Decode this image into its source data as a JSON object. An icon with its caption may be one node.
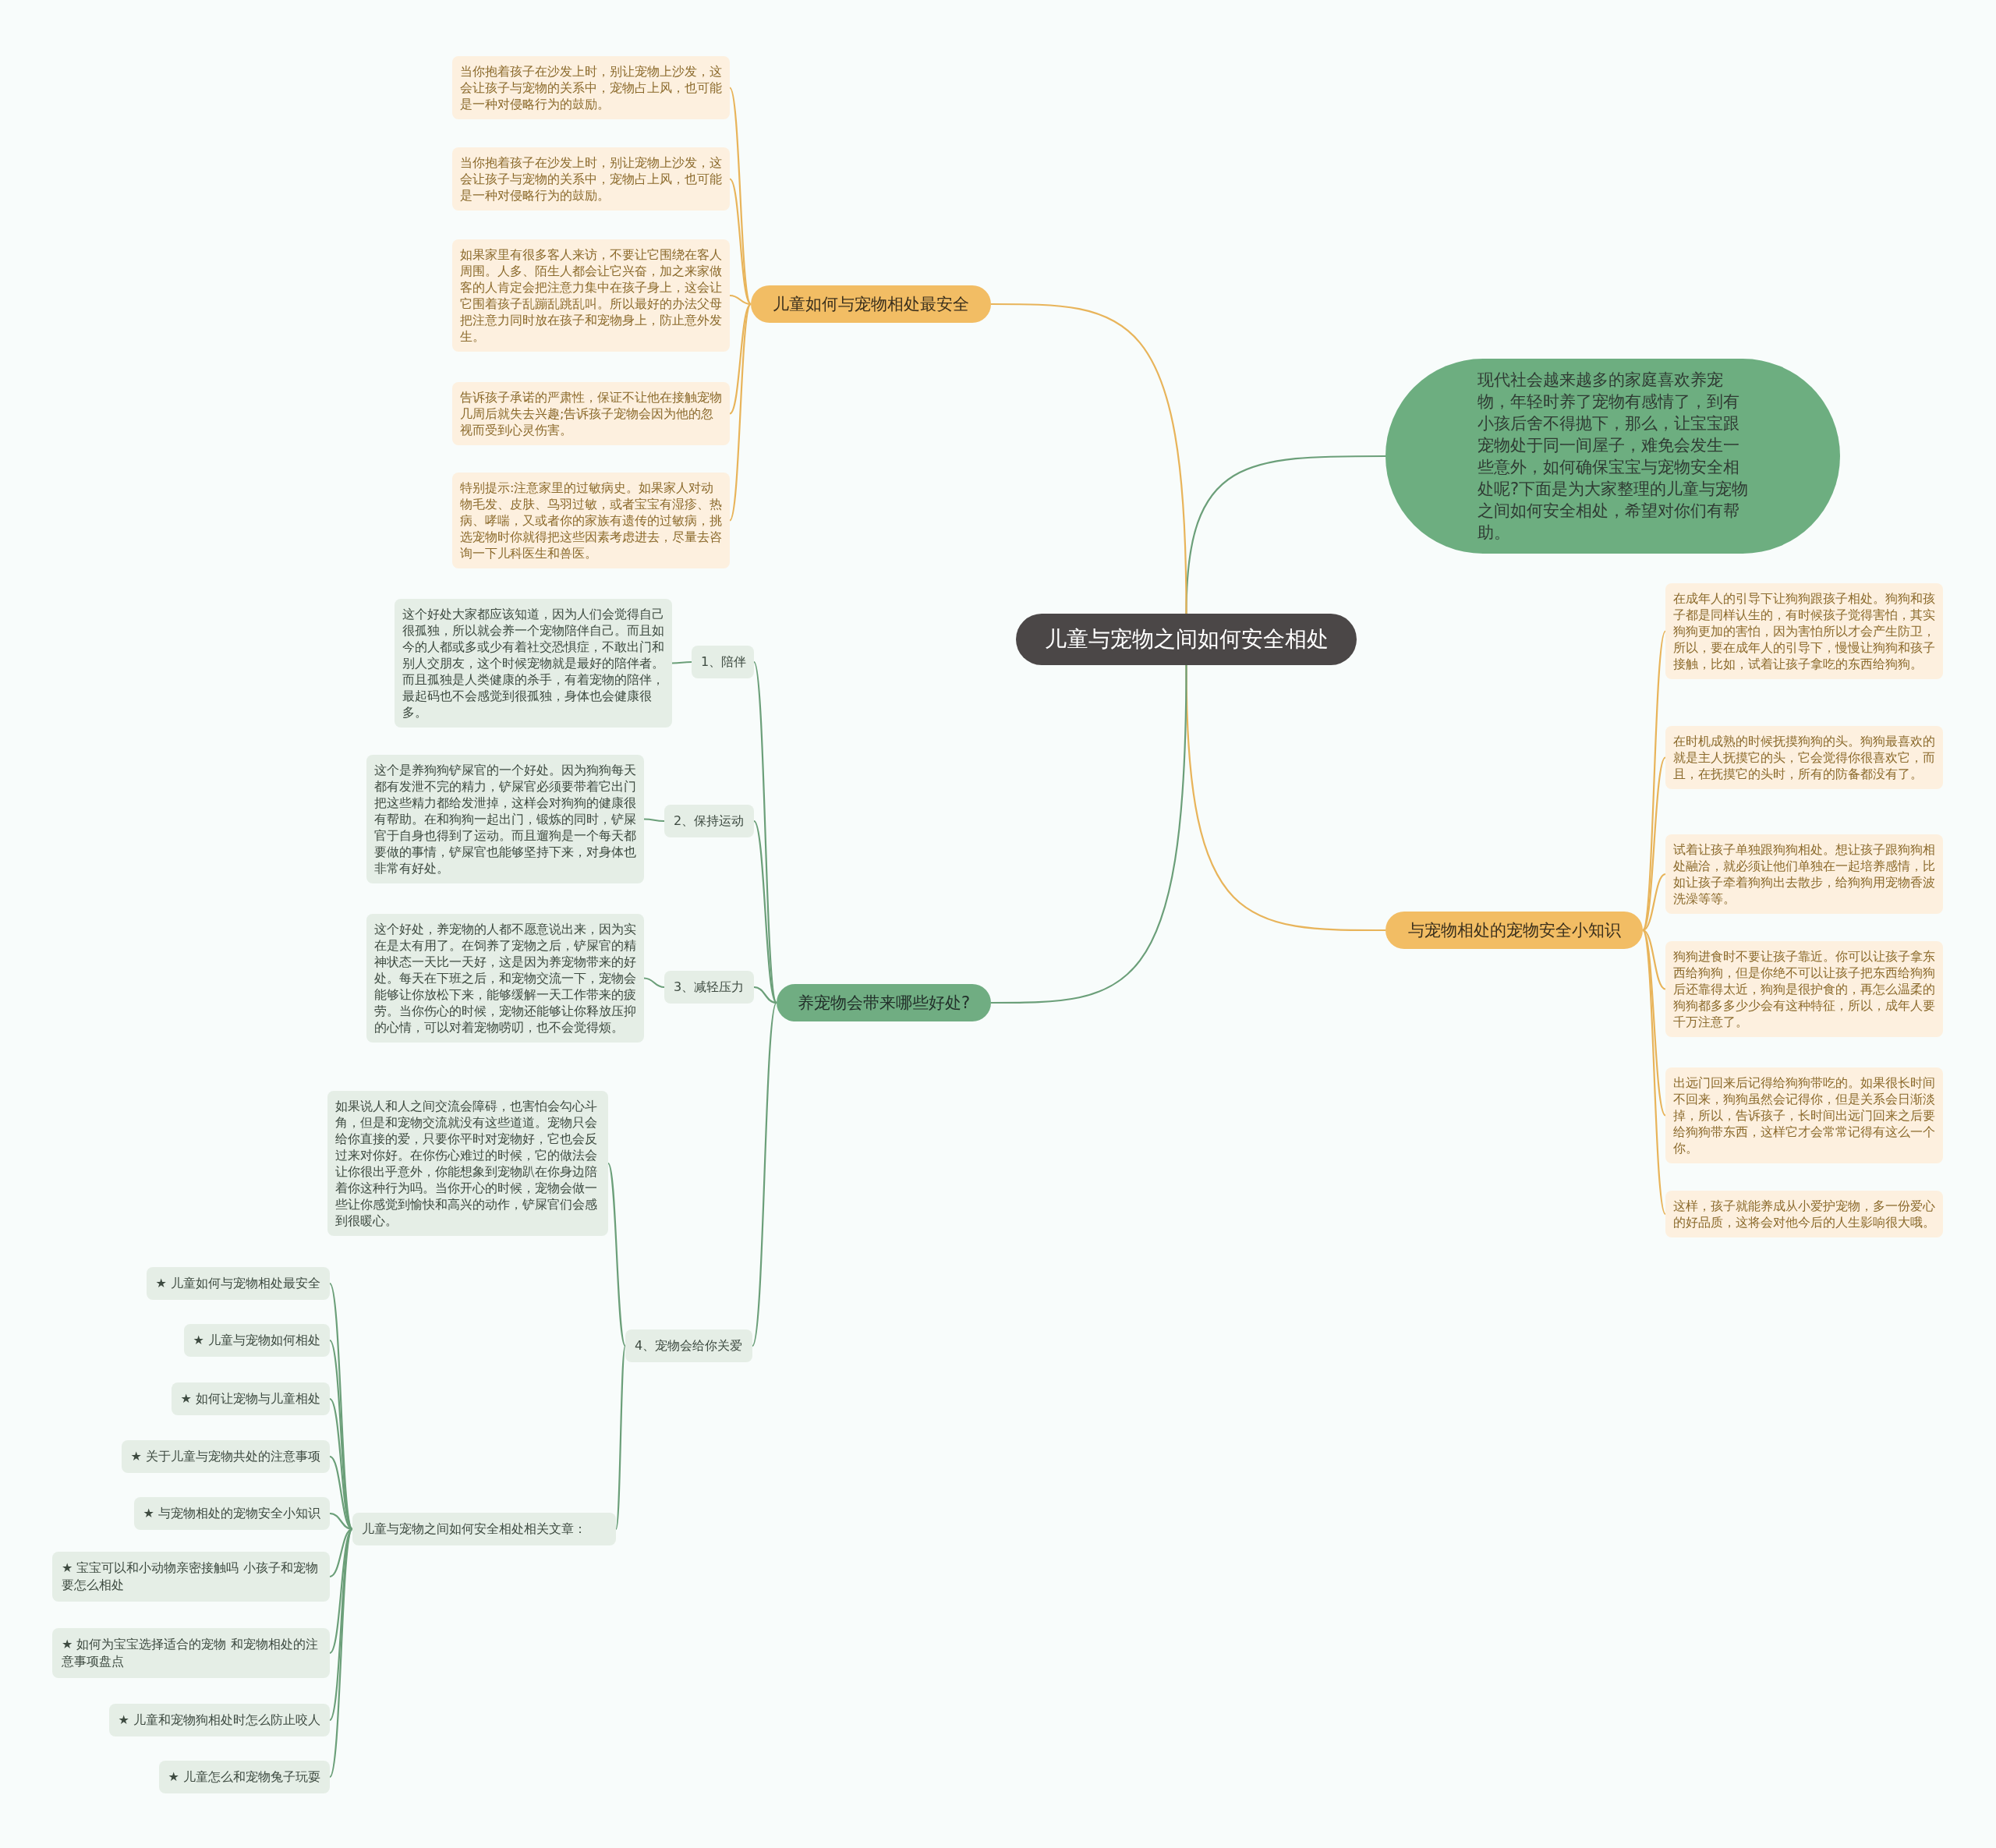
{
  "diagram": {
    "nodes": [
      {
        "text": [
          "儿童与宠物之间如何安全相处"
        ]
      },
      {
        "text": [
          "现代社会越来越多的家庭喜欢养宠物，年轻时养了宠物有感情了，到有小孩后舍不得抛下，那么，让宝宝跟宠物处于同一间屋子，难免会发生一些意外，如何确保宝宝与宠物安全相处呢?下面是为大家整理的儿童与宠物之间如何安全相处，希望对你们有帮助。"
        ]
      },
      {
        "text": [
          "儿童如何与宠物相处最安全"
        ]
      },
      {
        "text": [
          "当你抱着孩子在沙发上时，别让宠物上沙发，这会让孩子与宠物的关系中，宠物占上风，也可能是一种对侵略行为的鼓励。"
        ]
      },
      {
        "text": [
          "当你抱着孩子在沙发上时，别让宠物上沙发，这会让孩子与宠物的关系中，宠物占上风，也可能是一种对侵略行为的鼓励。"
        ]
      },
      {
        "text": [
          "如果家里有很多客人来访，不要让它围绕在客人周围。人多、陌生人都会让它兴奋，加之来家做客的人肯定会把注意力集中在孩子身上，这会让它围着孩子乱蹦乱跳乱叫。所以最好的办法父母把注意力同时放在孩子和宠物身上，防止意外发生。"
        ]
      },
      {
        "text": [
          "告诉孩子承诺的严肃性，保证不让他在接触宠物几周后就失去兴趣;告诉孩子宠物会因为他的忽视而受到心灵伤害。"
        ]
      },
      {
        "text": [
          "特别提示:注意家里的过敏病史。如果家人对动物毛发、皮肤、鸟羽过敏，或者宝宝有湿疹、热病、哮喘，又或者你的家族有遗传的过敏病，挑选宠物时你就得把这些因素考虑进去，尽量去咨询一下儿科医生和兽医。"
        ]
      },
      {
        "text": [
          "与宠物相处的宠物安全小知识"
        ]
      },
      {
        "text": [
          "在成年人的引导下让狗狗跟孩子相处。狗狗和孩子都是同样认生的，有时候孩子觉得害怕，其实狗狗更加的害怕，因为害怕所以才会产生防卫，所以，要在成年人的引导下，慢慢让狗狗和孩子接触，比如，试着让孩子拿吃的东西给狗狗。"
        ]
      },
      {
        "text": [
          "在时机成熟的时候抚摸狗狗的头。狗狗最喜欢的就是主人抚摸它的头，它会觉得你很喜欢它，而且，在抚摸它的头时，所有的防备都没有了。"
        ]
      },
      {
        "text": [
          "试着让孩子单独跟狗狗相处。想让孩子跟狗狗相处融洽，就必须让他们单独在一起培养感情，比如让孩子牵着狗狗出去散步，给狗狗用宠物香波洗澡等等。"
        ]
      },
      {
        "text": [
          "狗狗进食时不要让孩子靠近。你可以让孩子拿东西给狗狗，但是你绝不可以让孩子把东西给狗狗后还靠得太近，狗狗是很护食的，再怎么温柔的狗狗都多多少少会有这种特征，所以，成年人要千万注意了。"
        ]
      },
      {
        "text": [
          "出远门回来后记得给狗狗带吃的。如果很长时间不回来，狗狗虽然会记得你，但是关系会日渐淡掉，所以，告诉孩子，长时间出远门回来之后要给狗狗带东西，这样它才会常常记得有这么一个你。"
        ]
      },
      {
        "text": [
          "这样，孩子就能养成从小爱护宠物，多一份爱心的好品质，这将会对他今后的人生影响很大哦。"
        ]
      },
      {
        "text": [
          "养宠物会带来哪些好处?"
        ]
      },
      {
        "text": [
          "1、陪伴"
        ]
      },
      {
        "text": [
          "这个好处大家都应该知道，因为人们会觉得自己很孤独，所以就会养一个宠物陪伴自己。而且如今的人都或多或少有着社交恐惧症，不敢出门和别人交朋友，这个时候宠物就是最好的陪伴者。而且孤独是人类健康的杀手，有着宠物的陪伴，最起码也不会感觉到很孤独，身体也会健康很多。"
        ]
      },
      {
        "text": [
          "2、保持运动"
        ]
      },
      {
        "text": [
          "这个是养狗狗铲屎官的一个好处。因为狗狗每天都有发泄不完的精力，铲屎官必须要带着它出门把这些精力都给发泄掉，这样会对狗狗的健康很有帮助。在和狗狗一起出门，锻炼的同时，铲屎官于自身也得到了运动。而且遛狗是一个每天都要做的事情，铲屎官也能够坚持下来，对身体也非常有好处。"
        ]
      },
      {
        "text": [
          "3、减轻压力"
        ]
      },
      {
        "text": [
          "这个好处，养宠物的人都不愿意说出来，因为实在是太有用了。在饲养了宠物之后，铲屎官的精神状态一天比一天好，这是因为养宠物带来的好处。每天在下班之后，和宠物交流一下，宠物会能够让你放松下来，能够缓解一天工作带来的疲劳。当你伤心的时候，宠物还能够让你释放压抑的心情，可以对着宠物唠叨，也不会觉得烦。"
        ]
      },
      {
        "text": [
          "4、宠物会给你关爱"
        ]
      },
      {
        "text": [
          "如果说人和人之间交流会障碍，也害怕会勾心斗角，但是和宠物交流就没有这些道道。宠物只会给你直接的爱，只要你平时对宠物好，它也会反过来对你好。在你伤心难过的时候，它的做法会让你很出乎意外，你能想象到宠物趴在你身边陪着你这种行为吗。当你开心的时候，宠物会做一些让你感觉到愉快和高兴的动作，铲屎官们会感到很暖心。"
        ]
      },
      {
        "text": [
          "儿童与宠物之间如何安全相处相关文章："
        ]
      },
      {
        "text": [
          "★ 儿童如何与宠物相处最安全"
        ]
      },
      {
        "text": [
          "★ 儿童与宠物如何相处"
        ]
      },
      {
        "text": [
          "★ 如何让宠物与儿童相处"
        ]
      },
      {
        "text": [
          "★ 关于儿童与宠物共处的注意事项"
        ]
      },
      {
        "text": [
          "★ 与宠物相处的宠物安全小知识"
        ]
      },
      {
        "text": [
          "★ 宝宝可以和小动物亲密接触吗 小孩子和宠物要怎么相处"
        ]
      },
      {
        "text": [
          "★ 如何为宝宝选择适合的宠物 和宠物相处的注意事项盘点"
        ]
      },
      {
        "text": [
          "★ 儿童和宠物狗相处时怎么防止咬人"
        ]
      },
      {
        "text": [
          "★ 儿童怎么和宠物兔子玩耍"
        ]
      }
    ],
    "edges": [
      {
        "from": 0,
        "to": 1,
        "arrow": "none"
      },
      {
        "from": 0,
        "to": 2,
        "arrow": "none",
        "color": "#e8b45a"
      },
      {
        "from": 0,
        "to": 8,
        "arrow": "none",
        "color": "#e8b45a"
      },
      {
        "from": 0,
        "to": 15,
        "arrow": "none"
      },
      {
        "from": 2,
        "to": 3,
        "arrow": "none",
        "color": "#e8b45a"
      },
      {
        "from": 2,
        "to": 4,
        "arrow": "none",
        "color": "#e8b45a"
      },
      {
        "from": 2,
        "to": 5,
        "arrow": "none",
        "color": "#e8b45a"
      },
      {
        "from": 2,
        "to": 6,
        "arrow": "none",
        "color": "#e8b45a"
      },
      {
        "from": 2,
        "to": 7,
        "arrow": "none",
        "color": "#e8b45a"
      },
      {
        "from": 8,
        "to": 9,
        "arrow": "none",
        "color": "#e8b45a"
      },
      {
        "from": 8,
        "to": 10,
        "arrow": "none",
        "color": "#e8b45a"
      },
      {
        "from": 8,
        "to": 11,
        "arrow": "none",
        "color": "#e8b45a"
      },
      {
        "from": 8,
        "to": 12,
        "arrow": "none",
        "color": "#e8b45a"
      },
      {
        "from": 8,
        "to": 13,
        "arrow": "none",
        "color": "#e8b45a"
      },
      {
        "from": 8,
        "to": 14,
        "arrow": "none",
        "color": "#e8b45a"
      },
      {
        "from": 15,
        "to": 16,
        "arrow": "none"
      },
      {
        "from": 15,
        "to": 18,
        "arrow": "none"
      },
      {
        "from": 15,
        "to": 20,
        "arrow": "none"
      },
      {
        "from": 15,
        "to": 22,
        "arrow": "none"
      },
      {
        "from": 16,
        "to": 17,
        "arrow": "none"
      },
      {
        "from": 18,
        "to": 19,
        "arrow": "none"
      },
      {
        "from": 20,
        "to": 21,
        "arrow": "none"
      },
      {
        "from": 22,
        "to": 23,
        "arrow": "none"
      },
      {
        "from": 22,
        "to": 24,
        "arrow": "none"
      },
      {
        "from": 24,
        "to": 25,
        "arrow": "none"
      },
      {
        "from": 24,
        "to": 26,
        "arrow": "none"
      },
      {
        "from": 24,
        "to": 27,
        "arrow": "none"
      },
      {
        "from": 24,
        "to": 28,
        "arrow": "none"
      },
      {
        "from": 24,
        "to": 29,
        "arrow": "none"
      },
      {
        "from": 24,
        "to": 30,
        "arrow": "none"
      },
      {
        "from": 24,
        "to": 31,
        "arrow": "none"
      },
      {
        "from": 24,
        "to": 32,
        "arrow": "none"
      },
      {
        "from": 24,
        "to": 33,
        "arrow": "none"
      }
    ]
  }
}
